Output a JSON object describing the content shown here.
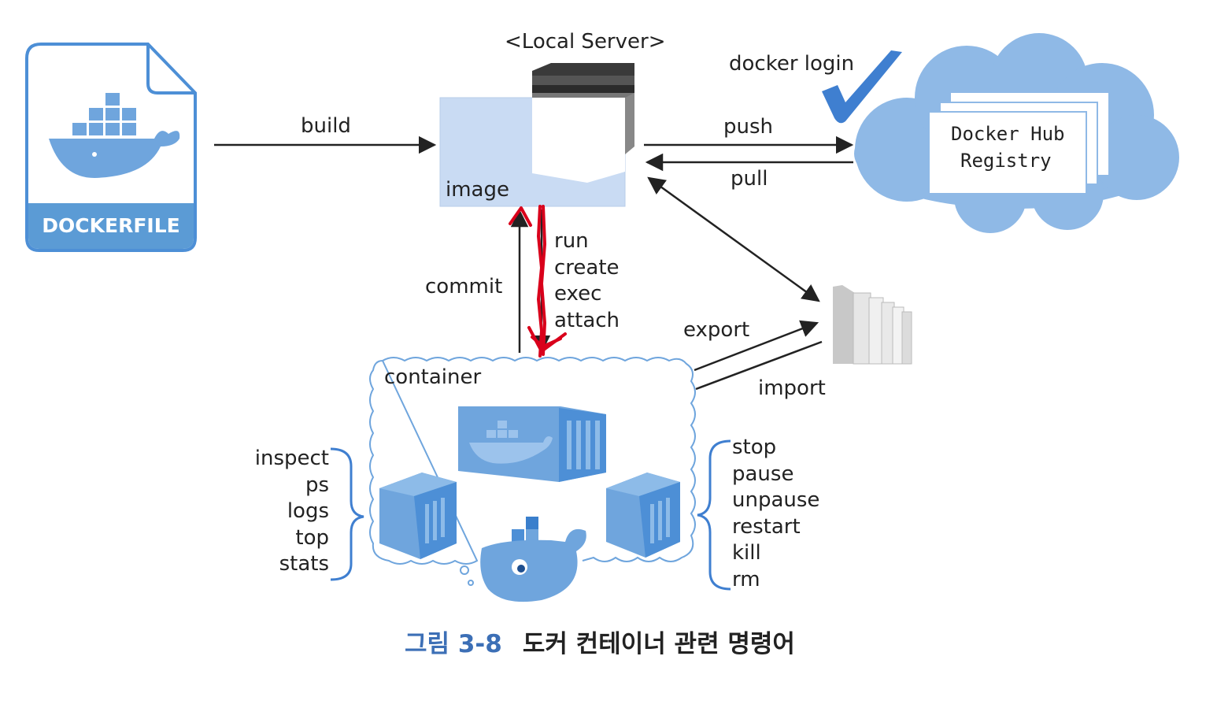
{
  "dockerfile": {
    "label": "DOCKERFILE"
  },
  "local_server": {
    "title": "<Local Server>",
    "image_label": "image"
  },
  "registry": {
    "line1": "Docker Hub",
    "line2": "Registry"
  },
  "edges": {
    "build": "build",
    "push": "push",
    "pull": "pull",
    "docker_login": "docker login",
    "commit": "commit",
    "export": "export",
    "import": "import"
  },
  "run_commands": [
    "run",
    "create",
    "exec",
    "attach"
  ],
  "container": {
    "label": "container"
  },
  "left_commands": [
    "inspect",
    "ps",
    "logs",
    "top",
    "stats"
  ],
  "right_commands": [
    "stop",
    "pause",
    "unpause",
    "restart",
    "kill",
    "rm"
  ],
  "caption": {
    "number": "그림 3-8",
    "text": "도커 컨테이너 관련 명령어"
  },
  "colors": {
    "blue": "#5b9bd5",
    "light_blue": "#c9dbf3",
    "cloud": "#8fb9e6",
    "red": "#d9001b",
    "caption_blue": "#3c6fb6"
  }
}
